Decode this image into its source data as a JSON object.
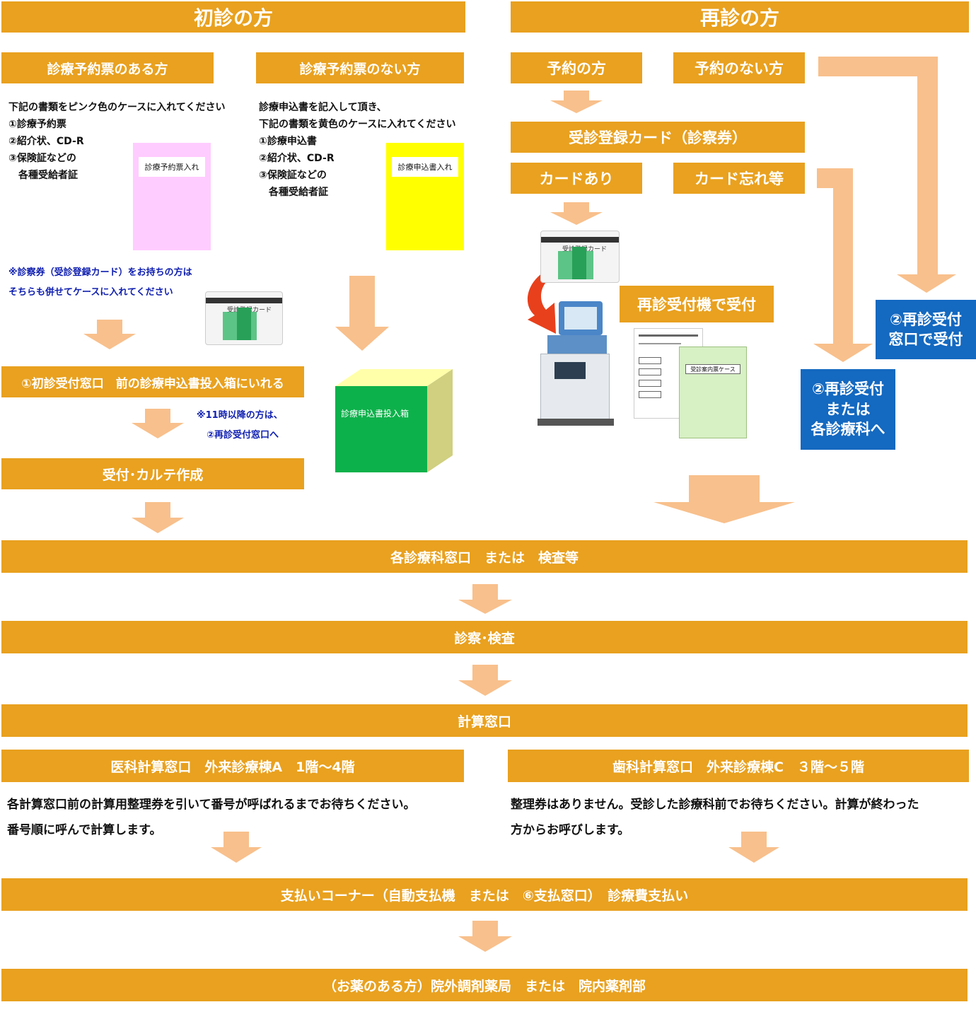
{
  "headers": {
    "first_visit": "初診の方",
    "return_visit": "再診の方"
  },
  "first": {
    "with_ticket": {
      "title": "診療予約票のある方",
      "lines": [
        "下記の書類をピンク色のケースに入れてください",
        "①診療予約票",
        "②紹介状、CD-R",
        "③保険証などの",
        "　各種受給者証"
      ],
      "case_label": "診療予約票入れ",
      "case_color": "#FFCCFF"
    },
    "without_ticket": {
      "title": "診療予約票のない方",
      "lines": [
        "診療申込書を記入して頂き、",
        "下記の書類を黄色のケースに入れてください",
        "①診療申込書",
        "②紹介状、CD-R",
        "③保険証などの",
        "　各種受給者証"
      ],
      "case_label": "診療申込書入れ",
      "case_color": "#FFFF00"
    },
    "note_card": [
      "※診察券（受診登録カード）をお持ちの方は",
      "そちらも併せてケースに入れてください"
    ],
    "window1": "①初診受付窓口　前の診療申込書投入箱にいれる",
    "note_after11": [
      "※11時以降の方は、",
      "②再診受付窓口へ"
    ],
    "reception": "受付･カルテ作成",
    "box_label": "診療申込書投入箱"
  },
  "return": {
    "reserved": "予約の方",
    "not_reserved": "予約のない方",
    "card": "受診登録カード（診察券）",
    "card_yes": "カードあり",
    "card_forgot": "カード忘れ等",
    "machine": "再診受付機で受付",
    "window2a": [
      "②再診受付",
      "窓口で受付"
    ],
    "window2b": [
      "②再診受付",
      "または",
      "各診療科へ"
    ],
    "card_image_text": "受診登録カード",
    "case_label": "受診案内票ケース"
  },
  "flow": {
    "step1": "各診療科窓口　または　検査等",
    "step2": "診察･検査",
    "step3": "計算窓口",
    "medical_calc": "医科計算窓口　外来診療棟A　1階～4階",
    "dental_calc": "歯科計算窓口　外来診療棟C　３階～５階",
    "medical_text": [
      "各計算窓口前の計算用整理券を引いて番号が呼ばれるまでお待ちください。",
      "番号順に呼んで計算します。"
    ],
    "dental_text": [
      "整理券はありません。受診した診療科前でお待ちください。計算が終わった",
      "方からお呼びします。"
    ],
    "payment": "支払いコーナー（自動支払機　または　⑥支払窓口）　診療費支払い",
    "pharmacy": "（お薬のある方）院外調剤薬局　または　院内薬剤部"
  },
  "colors": {
    "orange": "#E9A11F",
    "arrow": "#F8C08C",
    "blue": "#1469C0",
    "box_green": "#0DB14B",
    "box_top": "#FFFFAA",
    "box_side": "#D0D080"
  }
}
